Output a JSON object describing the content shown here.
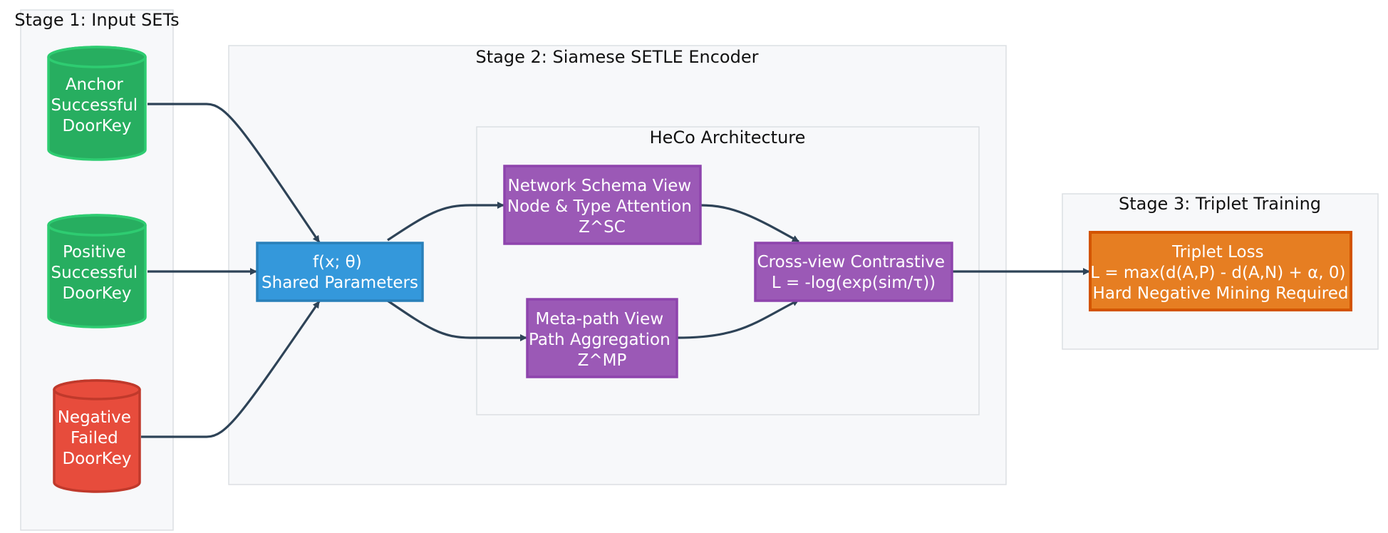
{
  "clusters": {
    "stage1": "Stage 1: Input SETs",
    "stage2": "Stage 2: Siamese SETLE Encoder",
    "heco": "HeCo Architecture",
    "stage3": "Stage 3: Triplet Training"
  },
  "nodes": {
    "anchor": [
      "Anchor",
      "Successful",
      "DoorKey"
    ],
    "positive": [
      "Positive",
      "Successful",
      "DoorKey"
    ],
    "negative": [
      "Negative",
      "Failed",
      "DoorKey"
    ],
    "encoder": [
      "f(x; θ)",
      "Shared Parameters"
    ],
    "schema": [
      "Network Schema View",
      "Node & Type Attention",
      "Z^SC"
    ],
    "metapath": [
      "Meta-path View",
      "Path Aggregation",
      "Z^MP"
    ],
    "contrastive": [
      "Cross-view Contrastive",
      "L = -log(exp(sim/τ))"
    ],
    "triplet": [
      "Triplet Loss",
      "L = max(d(A,P) - d(A,N) + α, 0)",
      "Hard Negative Mining Required"
    ]
  },
  "colors": {
    "green_fill": "#27ae60",
    "green_stroke": "#2ecc71",
    "red_fill": "#e74c3c",
    "red_stroke": "#c0392b",
    "blue_fill": "#3498db",
    "blue_stroke": "#2980b9",
    "purple_fill": "#9b59b6",
    "purple_stroke": "#8e44ad",
    "orange_fill": "#e67e22",
    "orange_stroke": "#d35400",
    "edge": "#2e4357",
    "cluster_fill": "#f7f8fa",
    "cluster_stroke": "#dcdfe3"
  }
}
